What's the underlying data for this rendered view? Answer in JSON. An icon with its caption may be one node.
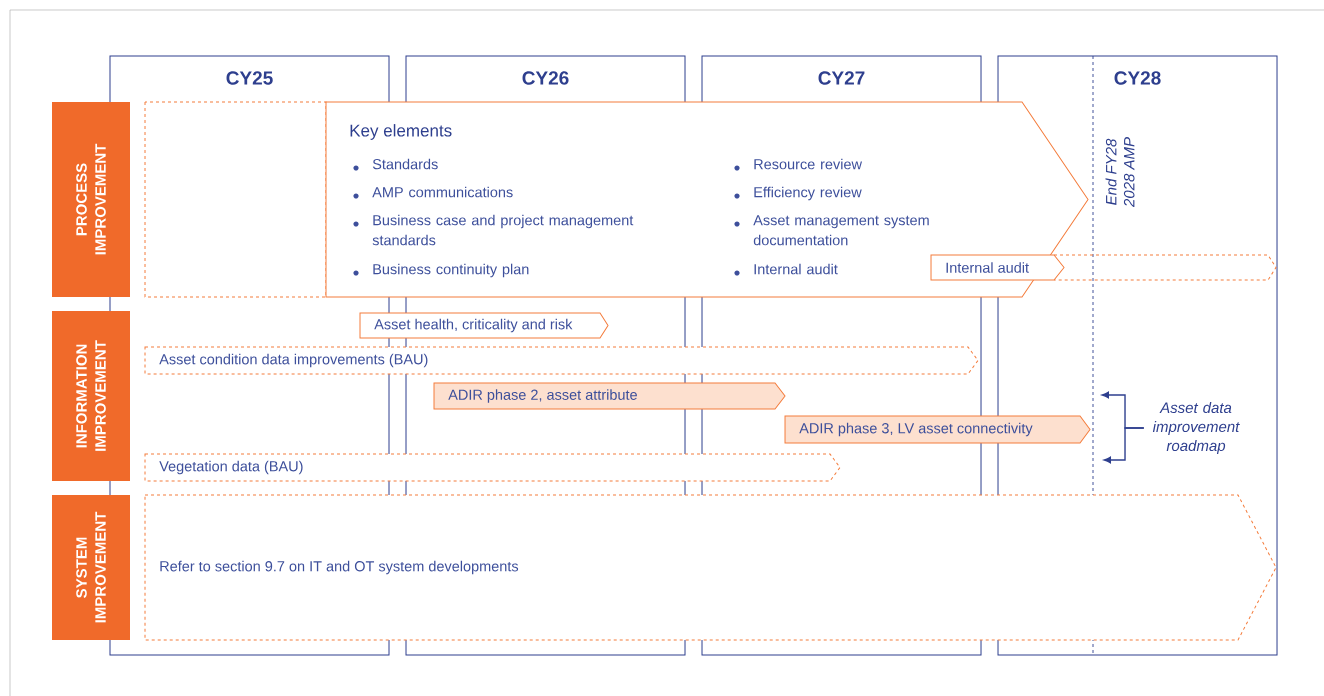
{
  "diagram": {
    "nodes": [
      {
        "text": [
          "CY25"
        ]
      },
      {
        "text": [
          "CY26"
        ]
      },
      {
        "text": [
          "CY27"
        ]
      },
      {
        "text": [
          "CY28"
        ]
      },
      {
        "text": [
          "PROCESS IMPROVEMENT"
        ]
      },
      {
        "text": [
          "INFORMATION IMPROVEMENT"
        ]
      },
      {
        "text": [
          "SYSTEM IMPROVEMENT"
        ]
      },
      {
        "text": [],
        "shape": "box",
        "in": 0
      },
      {
        "text": [
          "Key elements",
          "Standards",
          "AMP communications",
          "Business case and project management standards",
          "Business continuity plan",
          "Resource review",
          "Efficiency review",
          "Asset management system documentation",
          "Internal audit"
        ]
      },
      {
        "text": [
          "Internal audit"
        ]
      },
      {
        "text": [
          "Asset health, criticality and risk"
        ]
      },
      {
        "text": [
          "Asset condition data improvements (BAU)"
        ]
      },
      {
        "text": [
          "ADIR phase 2, asset attribute"
        ]
      },
      {
        "text": [
          "ADIR phase 3, LV asset connectivity"
        ]
      },
      {
        "text": [
          "Vegetation data (BAU)"
        ]
      },
      {
        "text": [
          "Refer to section 9.7 on IT and OT system developments"
        ]
      },
      {
        "text": [
          "Asset data improvement roadmap"
        ],
        "in": 3
      }
    ],
    "edges": [
      {
        "from": 16,
        "to": null,
        "arrow": "to"
      },
      {
        "from": 16,
        "to": null,
        "arrow": "to"
      }
    ],
    "labels": [
      "End FY28",
      "2028 AMP"
    ]
  }
}
